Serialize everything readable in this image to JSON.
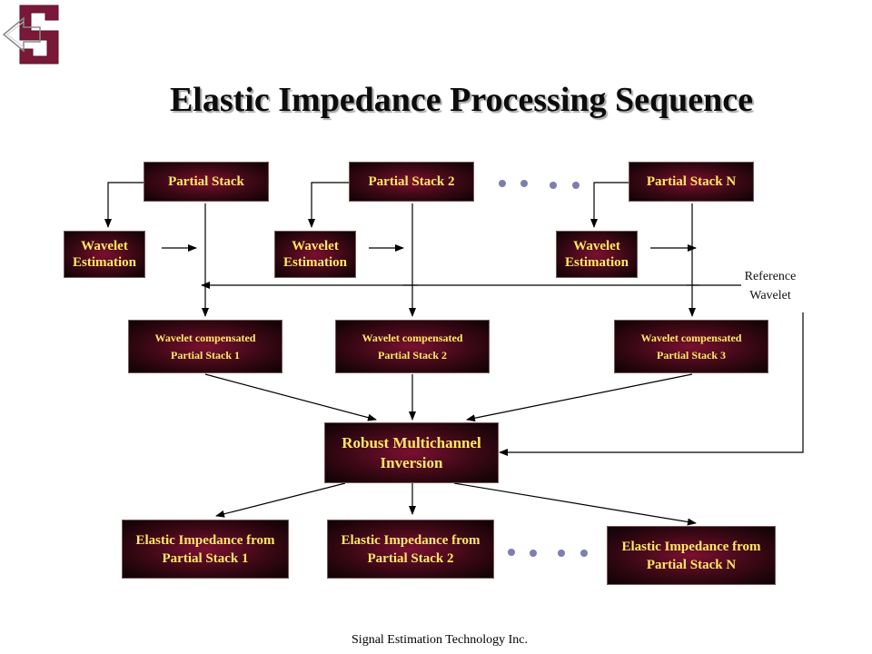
{
  "title": "Elastic Impedance Processing Sequence",
  "footer": "Signal Estimation Technology Inc.",
  "partial_stacks": [
    "Partial Stack",
    "Partial Stack 2",
    "Partial Stack N"
  ],
  "wavelet_estimation": {
    "line1": "Wavelet",
    "line2": "Estimation"
  },
  "reference_wavelet": {
    "line1": "Reference",
    "line2": "Wavelet"
  },
  "compensated": [
    {
      "line1": "Wavelet compensated",
      "line2": "Partial Stack 1"
    },
    {
      "line1": "Wavelet compensated",
      "line2": "Partial Stack 2"
    },
    {
      "line1": "Wavelet compensated",
      "line2": "Partial Stack 3"
    }
  ],
  "inversion": {
    "line1": "Robust Multichannel",
    "line2": "Inversion"
  },
  "elastic_impedance": [
    {
      "line1": "Elastic Impedance from",
      "line2": "Partial Stack 1"
    },
    {
      "line1": "Elastic Impedance from",
      "line2": "Partial Stack 2"
    },
    {
      "line1": "Elastic Impedance from",
      "line2": "Partial Stack N"
    }
  ],
  "colors": {
    "box_text": "#ffe866",
    "box_fill": "#3a0814",
    "logo": "#7a1838",
    "ellipsis_dots": "#7e7eb0"
  }
}
